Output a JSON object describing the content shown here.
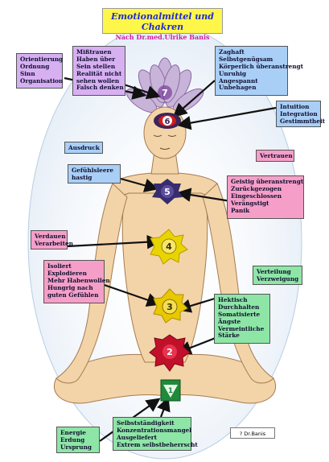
{
  "title": "Emotionalmittel und Chakren",
  "subtitle": "Nach Dr.med.Ulrike Banis",
  "credit": "? Dr.Banis",
  "chakra_numbers": [
    "7",
    "6",
    "5",
    "4",
    "3",
    "2",
    "1"
  ],
  "boxes": {
    "orientierung": [
      "Orientierung",
      "Ordnung",
      "Sinn",
      "Organisation"
    ],
    "misstrauen": [
      "Mißtrauen",
      "Haben über",
      "Sein stellen",
      "Realität nicht",
      "sehen wollen",
      "Falsch denken"
    ],
    "zaghaft": [
      "Zaghaft",
      "Selbstgenügsam",
      "Körperlich überanstrengt",
      "Unruhig",
      "Angespannt",
      "Unbehagen"
    ],
    "intuition": [
      "Intuition",
      "Integration",
      "Gestimmtheit"
    ],
    "ausdruck": [
      "Ausdruck"
    ],
    "gefuehlsleere": [
      "Gefühlsleere",
      "hastig"
    ],
    "vertrauen": [
      "Vertrauen"
    ],
    "geistig": [
      "Geistig überanstrengt",
      "Zurückgezogen",
      "Eingeschlossen",
      "Verängstigt",
      "Panik"
    ],
    "verdauen": [
      "Verdauen",
      "Verarbeiten"
    ],
    "isoliert": [
      "Isoliert",
      "Explodieren",
      "Mehr Habenwollen",
      "Hungrig nach",
      "guten Gefühlen"
    ],
    "verteilung": [
      "Verteilung",
      "Verzweigung"
    ],
    "hektisch": [
      "Hektisch",
      "Durchhalten",
      "Somatisierte",
      "Ängste",
      "Vermeintliche",
      "Stärke"
    ],
    "energie": [
      "Energie",
      "Erdung",
      "Ursprung"
    ],
    "selbststaendigkeit": [
      "Selbstständigkeit",
      "Konzentrationsmangel",
      "Ausgeliefert",
      "Extrem selbstbeherrscht"
    ]
  },
  "colors": {
    "purple_box": "#d7b0f2",
    "blue_box": "#a9cff7",
    "pink_box": "#f59fc8",
    "green_box": "#8ee6a6",
    "title_bg": "#fff64a",
    "title_text": "#1f2bd0",
    "subtitle_text": "#d11fa0",
    "skin": "#f3d4a8",
    "chakra_violet": "#6a2d8f",
    "chakra_indigo": "#4b2f74",
    "chakra_blue": "#372d6e",
    "chakra_green": "#e8d400",
    "chakra_yellow": "#e8c800",
    "chakra_orange": "#c0102a",
    "chakra_root": "#1f8a3a"
  }
}
